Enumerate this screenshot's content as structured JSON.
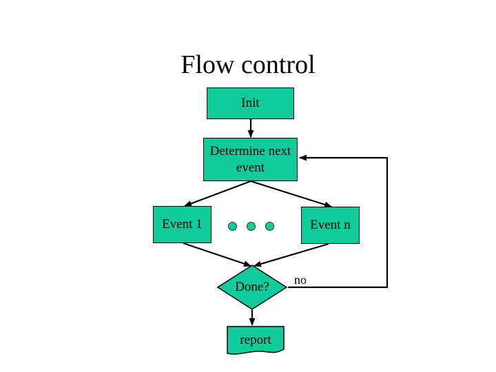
{
  "slide": {
    "title": "Flow control",
    "background_color": "#FFFFFF",
    "node_fill_color": "#10CB9B",
    "node_stroke_color": "#000000",
    "text_color": "#000000"
  },
  "nodes": [
    {
      "id": "init",
      "label": "Init",
      "shape": "rectangle"
    },
    {
      "id": "determine",
      "label": "Determine next event",
      "shape": "rectangle"
    },
    {
      "id": "event1",
      "label": "Event 1",
      "shape": "rectangle"
    },
    {
      "id": "eventn",
      "label": "Event n",
      "shape": "rectangle"
    },
    {
      "id": "done",
      "label": "Done?",
      "shape": "diamond"
    },
    {
      "id": "report",
      "label": "report",
      "shape": "document"
    }
  ],
  "edges": [
    {
      "from": "init",
      "to": "determine",
      "label": ""
    },
    {
      "from": "determine",
      "to": "event1",
      "label": ""
    },
    {
      "from": "determine",
      "to": "eventn",
      "label": ""
    },
    {
      "from": "event1",
      "to": "done",
      "label": ""
    },
    {
      "from": "eventn",
      "to": "done",
      "label": ""
    },
    {
      "from": "done",
      "to": "determine",
      "label": "no"
    },
    {
      "from": "done",
      "to": "report",
      "label": ""
    }
  ],
  "labels": {
    "no": "no"
  },
  "ellipsis_dots": 3
}
